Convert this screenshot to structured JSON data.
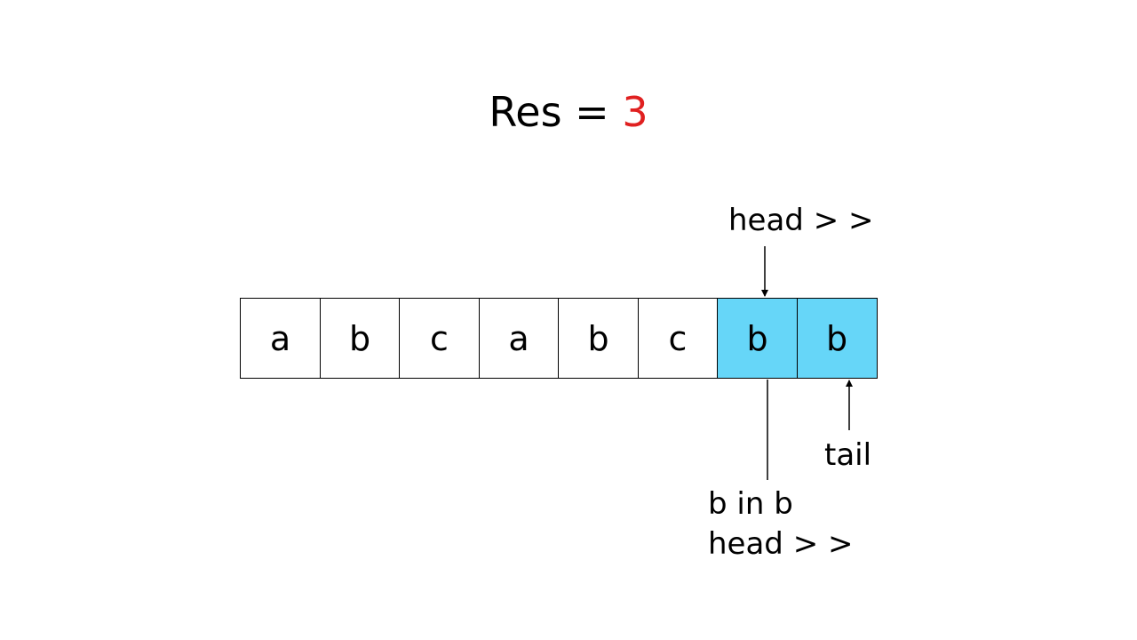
{
  "title": {
    "prefix": "Res = ",
    "value": "3",
    "value_color": "#e02020"
  },
  "cells": [
    {
      "char": "a",
      "highlight": false
    },
    {
      "char": "b",
      "highlight": false
    },
    {
      "char": "c",
      "highlight": false
    },
    {
      "char": "a",
      "highlight": false
    },
    {
      "char": "b",
      "highlight": false
    },
    {
      "char": "c",
      "highlight": false
    },
    {
      "char": "b",
      "highlight": true
    },
    {
      "char": "b",
      "highlight": true
    }
  ],
  "highlight_color": "#66d6f8",
  "labels": {
    "head_top": "head  > >",
    "tail": "tail",
    "note_line1": "b in b",
    "note_line2": "head > >"
  }
}
